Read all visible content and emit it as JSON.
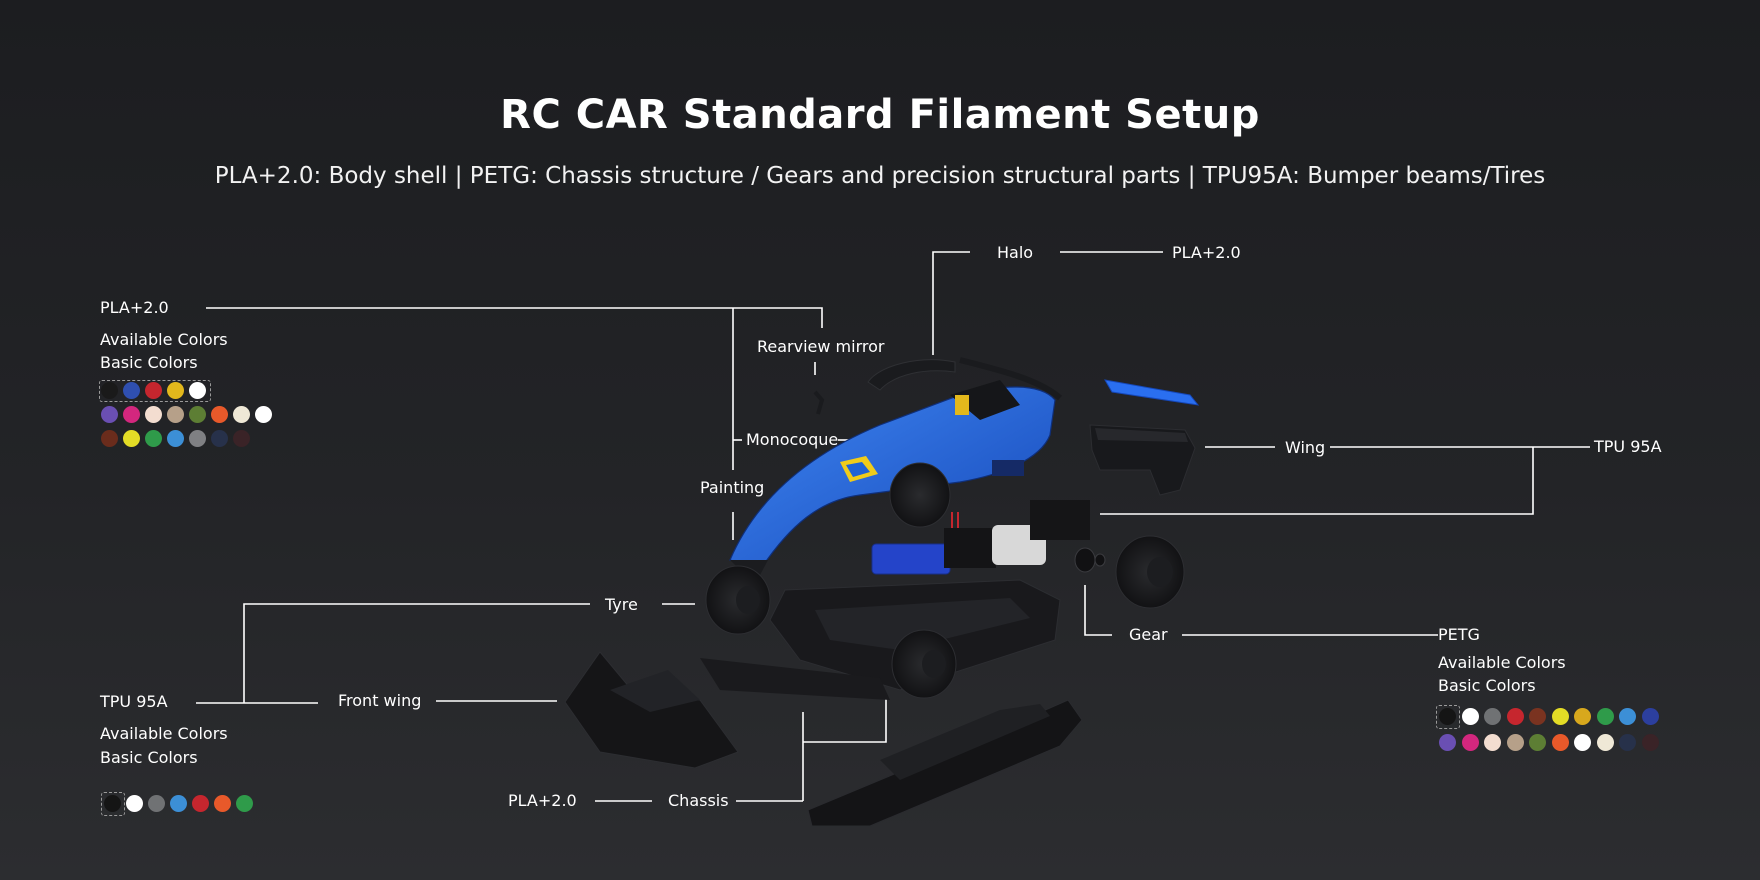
{
  "title": "RC CAR Standard Filament Setup",
  "subtitle": "PLA+2.0: Body shell | PETG: Chassis structure / Gears and precision structural parts | TPU95A: Bumper beams/Tires",
  "callouts": {
    "halo": "Halo",
    "halo_material": "PLA+2.0",
    "rearview_mirror": "Rearview mirror",
    "monocoque": "Monocoque",
    "painting": "Painting",
    "wing": "Wing",
    "wing_material": "TPU 95A",
    "tyre": "Tyre",
    "front_wing": "Front wing",
    "gear": "Gear",
    "chassis": "Chassis",
    "chassis_material": "PLA+2.0"
  },
  "panels": {
    "pla": {
      "material": "PLA+2.0",
      "available": "Available Colors",
      "basic": "Basic Colors",
      "rows": [
        [
          "#1a1a1a",
          "#2f4fb0",
          "#c6262e",
          "#e3b81c",
          "#ffffff"
        ],
        [
          "#6a4fb3",
          "#d3277e",
          "#f3ddd0",
          "#b6a089",
          "#5d7e34",
          "#e8592a",
          "#efe8d6",
          "#ffffff"
        ],
        [
          "#6a2c1c",
          "#e3dc26",
          "#2f9b4a",
          "#3c8fd6",
          "#7f8083",
          "#27314a",
          "#3a2327"
        ]
      ]
    },
    "tpu": {
      "material": "TPU 95A",
      "available": "Available Colors",
      "basic": "Basic Colors",
      "rows": [
        [
          "#151515",
          "#ffffff",
          "#707274",
          "#3c8fd6",
          "#c6262e",
          "#e8592a",
          "#2f9b4a"
        ]
      ]
    },
    "petg": {
      "material": "PETG",
      "available": "Available Colors",
      "basic": "Basic Colors",
      "rows": [
        [
          "#151515",
          "#ffffff",
          "#707274",
          "#c6262e",
          "#7a3320",
          "#e3dc26",
          "#d8a81d",
          "#2f9b4a",
          "#3c8fd6",
          "#2c3f9e"
        ],
        [
          "#6a4fb3",
          "#d3277e",
          "#f3ddd0",
          "#b6a089",
          "#5d7e34",
          "#e8592a",
          "#ffffff",
          "#efe8d6",
          "#27314a",
          "#3a2327"
        ]
      ]
    }
  },
  "colors": {
    "body_blue": "#1f63d6",
    "dark_part": "#1b1c1f",
    "line": "#ffffff"
  }
}
